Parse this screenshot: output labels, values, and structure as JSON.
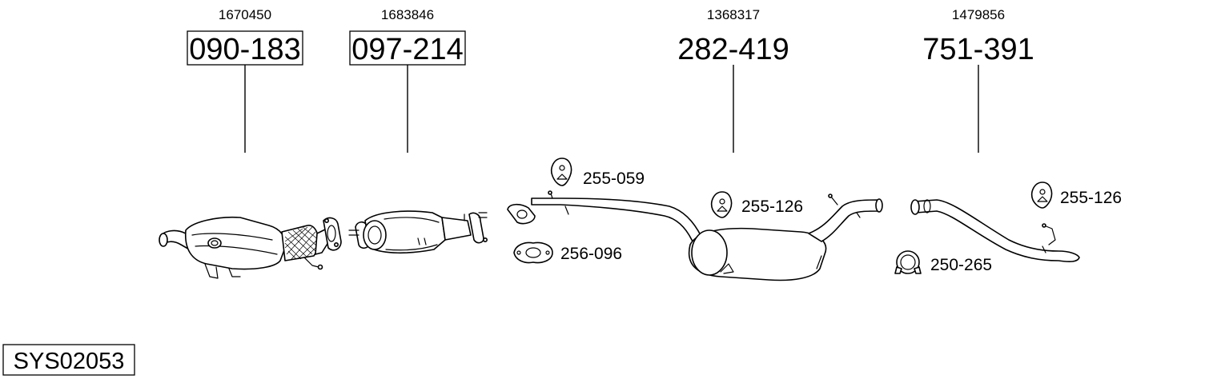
{
  "main_parts": [
    {
      "ref": "1670450",
      "code": "090-183",
      "boxed": true
    },
    {
      "ref": "1683846",
      "code": "097-214",
      "boxed": true
    },
    {
      "ref": "1368317",
      "code": "282-419",
      "boxed": false
    },
    {
      "ref": "1479856",
      "code": "751-391",
      "boxed": false
    }
  ],
  "accessories": [
    {
      "code": "255-059"
    },
    {
      "code": "255-126"
    },
    {
      "code": "256-096"
    },
    {
      "code": "255-126"
    },
    {
      "code": "250-265"
    }
  ],
  "system_code": "SYS02053"
}
